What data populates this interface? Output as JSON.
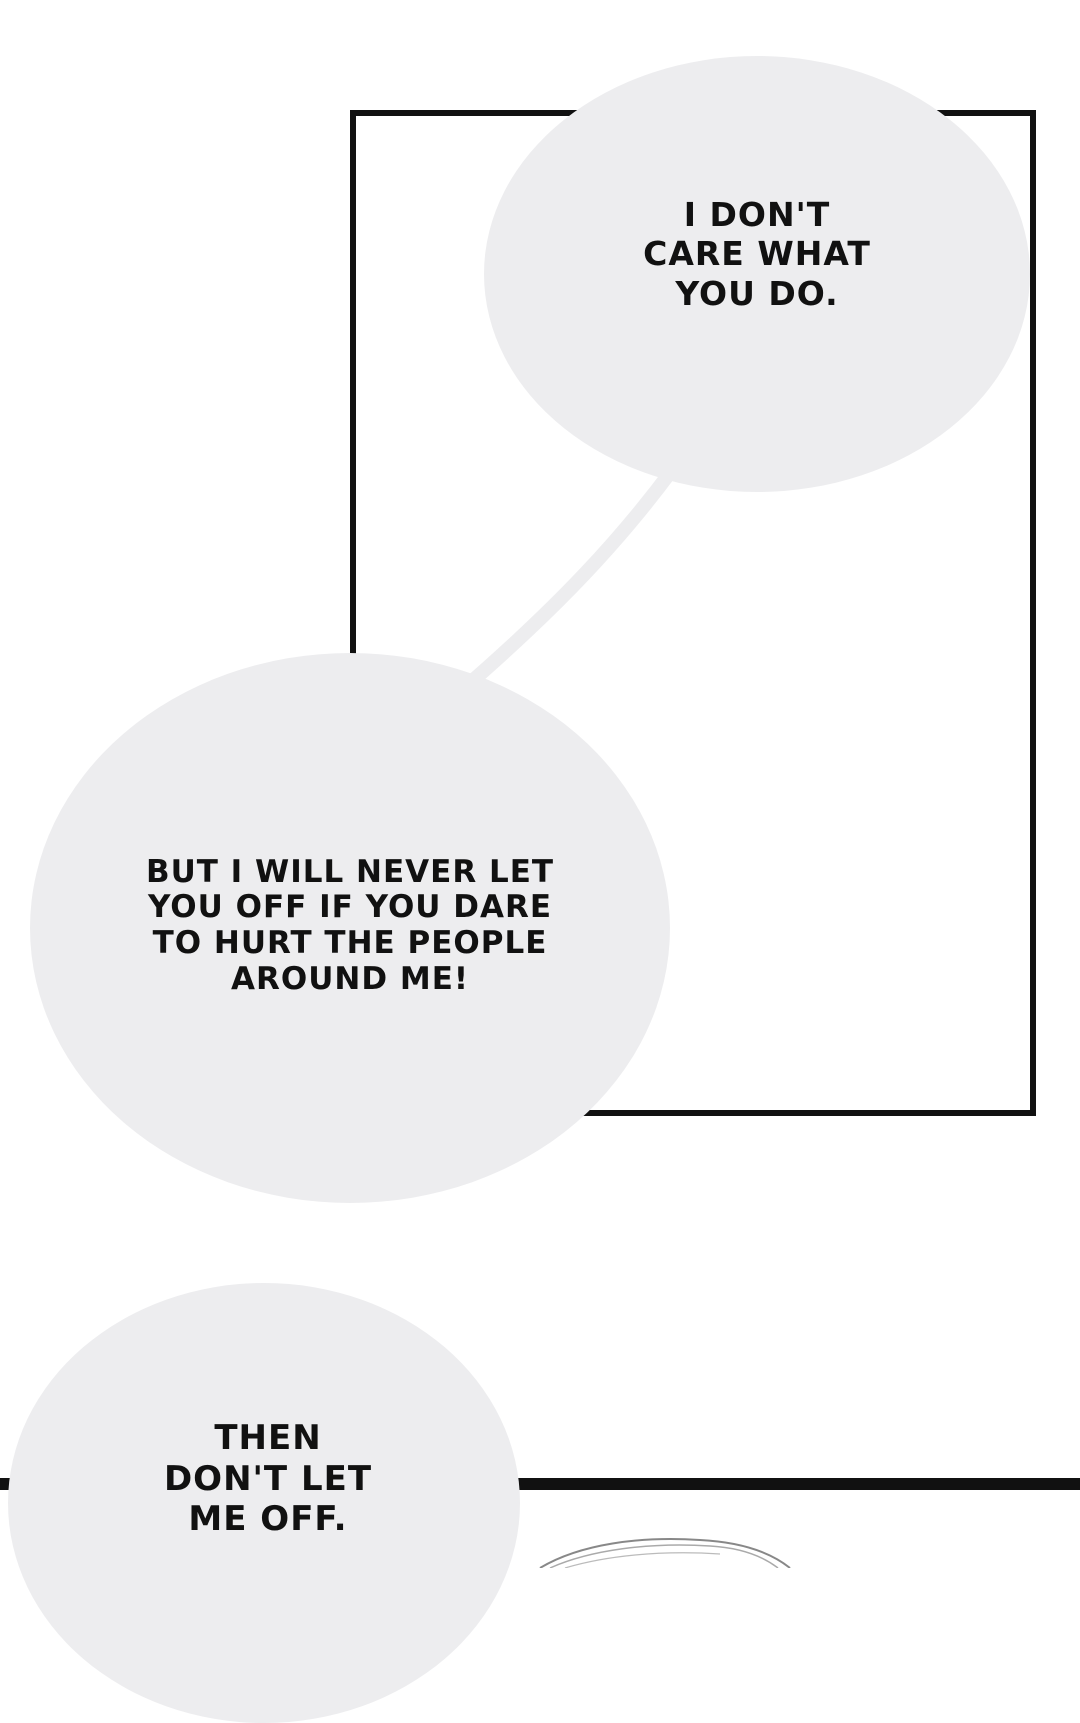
{
  "bubbles": [
    {
      "text": "I DON'T\nCARE WHAT\nYOU DO."
    },
    {
      "text": "BUT I WILL NEVER LET\nYOU OFF IF YOU DARE\nTO HURT THE PEOPLE\nAROUND ME!"
    },
    {
      "text": "THEN\nDON'T LET\nME OFF."
    }
  ],
  "colors": {
    "bubble_fill": "#ededef",
    "panel_border": "#111111",
    "text": "#111111",
    "background": "#ffffff"
  }
}
